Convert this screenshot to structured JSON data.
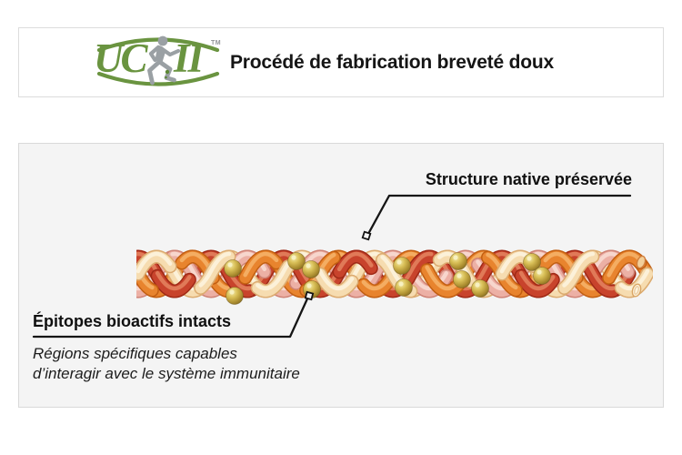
{
  "header": {
    "logo": {
      "uc": "UC",
      "ii": "II",
      "tm": "TM",
      "brand_green": "#6a9440",
      "runner_gray": "#9aa0a4"
    },
    "title": "Procédé de fabrication breveté doux"
  },
  "diagram": {
    "background": "#f4f4f4",
    "line_color": "#151515",
    "annotations": {
      "top": {
        "label": "Structure native préservée"
      },
      "bottom": {
        "title": "Épitopes bioactifs intacts",
        "desc_line1": "Régions spécifiques capables",
        "desc_line2": "d’interagir avec le système immunitaire"
      }
    },
    "illustration": {
      "name": "collagen-triple-helix",
      "epitope_count": 12,
      "epitope_color": "#c9af4a",
      "strand_colors": {
        "red": "#c8432c",
        "orange": "#e8842e",
        "cream": "#f6dcb0",
        "pink": "#ecb0a5"
      }
    }
  }
}
